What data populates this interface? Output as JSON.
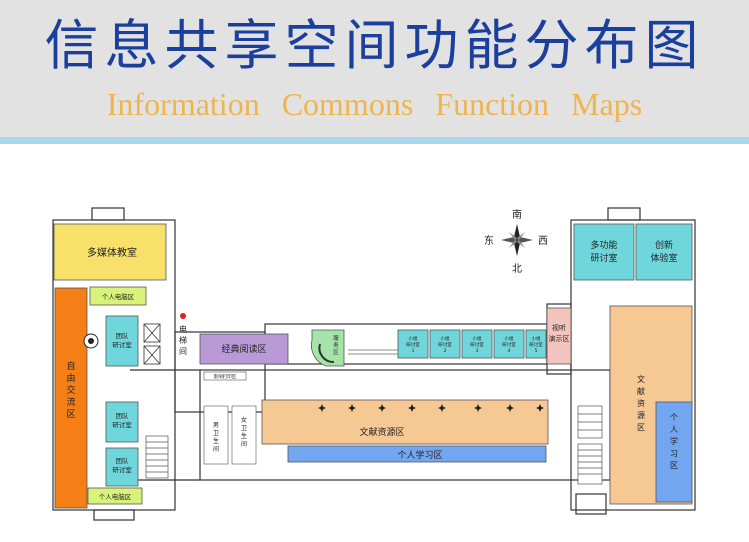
{
  "header": {
    "title_cn": "信息共享空间功能分布图",
    "title_en": "Information   Commons   Function   Maps"
  },
  "compass": {
    "north": "南",
    "east": "东",
    "west": "西",
    "south": "北"
  },
  "rooms": {
    "multimedia": "多媒体教室",
    "pc_top": "个人电脑区",
    "pc_bottom": "个人电脑区",
    "free_exchange": "自由交流区",
    "team1": "团队研讨室",
    "team2": "团队研讨室",
    "team3": "团队研讨室",
    "elevator": "电梯间",
    "classic_reading": "经典阅读区",
    "equipment": "影响打印区",
    "male_wc": "男卫生间",
    "female_wc": "女卫生间",
    "service": "服务区",
    "small_label": "小组研讨室",
    "small_rooms": [
      "1",
      "2",
      "3",
      "4",
      "5"
    ],
    "av": "视听演示区",
    "multi_func": "多功能研讨室",
    "innovation": "创新体验室",
    "literature_center": "文献资源区",
    "personal_center": "个人学习区",
    "literature_right": "文献资源区",
    "personal_right": "个人学习区"
  },
  "colors": {
    "title": "#1b3f9c",
    "subtitle": "#f0b44c",
    "orange": "#f57e17",
    "yellow": "#f8e16b",
    "lime": "#d9f27a",
    "teal": "#6fd7db",
    "purple": "#b99ad6",
    "green": "#a6e3a8",
    "pink": "#f3c4be",
    "tan": "#f6c894",
    "blue": "#73a6f0"
  }
}
